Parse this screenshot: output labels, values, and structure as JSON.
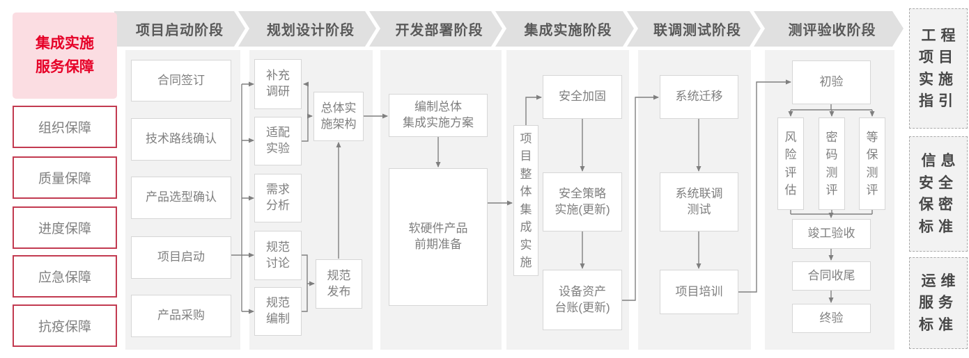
{
  "colors": {
    "accent_red": "#e60027",
    "sidebar_border_red": "#c23a50",
    "sidebar_pink_bg": "#fbdde2",
    "phase_fill": "#e0e0e0",
    "phase_text": "#595959",
    "panel_fill": "#f2f2f2",
    "box_border": "#d6d6d6",
    "box_text": "#7f7f7f",
    "connector": "#7f7f7f"
  },
  "left_sidebar": {
    "title": [
      "集成实施",
      "服务保障"
    ],
    "items": [
      "组织保障",
      "质量保障",
      "进度保障",
      "应急保障",
      "抗疫保障"
    ]
  },
  "phases": [
    "项目启动阶段",
    "规划设计阶段",
    "开发部署阶段",
    "集成实施阶段",
    "联调测试阶段",
    "测评验收阶段"
  ],
  "startup": {
    "contract_signing": "合同签订",
    "tech_route_confirm": "技术路线确认",
    "product_selection_confirm": "产品选型确认",
    "project_kickoff": "项目启动",
    "product_procurement": "产品采购"
  },
  "planning": {
    "supplement_research": [
      "补充",
      "调研"
    ],
    "adaptation_test": [
      "适配",
      "实验"
    ],
    "requirement_analysis": [
      "需求",
      "分析"
    ],
    "spec_discussion": [
      "规范",
      "讨论"
    ],
    "spec_drafting": [
      "规范",
      "编制"
    ],
    "overall_architecture": [
      "总体实",
      "施架构"
    ],
    "spec_release": [
      "规范",
      "发布"
    ]
  },
  "development": {
    "overall_plan": [
      "编制总体",
      "集成实施方案"
    ],
    "product_preparation": [
      "软硬件产品",
      "前期准备"
    ]
  },
  "integration": {
    "overall_implementation": "项目整体集成实施",
    "security_hardening": "安全加固",
    "security_policy": [
      "安全策略",
      "实施(更新)"
    ],
    "asset_ledger": [
      "设备资产",
      "台账(更新)"
    ]
  },
  "testing": {
    "system_migration": "系统迁移",
    "joint_testing": [
      "系统联调",
      "测试"
    ],
    "project_training": "项目培训"
  },
  "acceptance": {
    "initial_acceptance": "初验",
    "risk_assessment": "风险评估",
    "crypto_evaluation": "密码测评",
    "classified_protection_evaluation": "等保测评",
    "completion_acceptance": "竣工验收",
    "contract_closing": "合同收尾",
    "final_acceptance": "终验"
  },
  "right_sidebar": {
    "guide": [
      "工程",
      "项目",
      "实施",
      "指引"
    ],
    "security_standard": [
      "信息",
      "安全",
      "保密",
      "标准"
    ],
    "om_standard": [
      "运维",
      "服务",
      "标准"
    ]
  }
}
